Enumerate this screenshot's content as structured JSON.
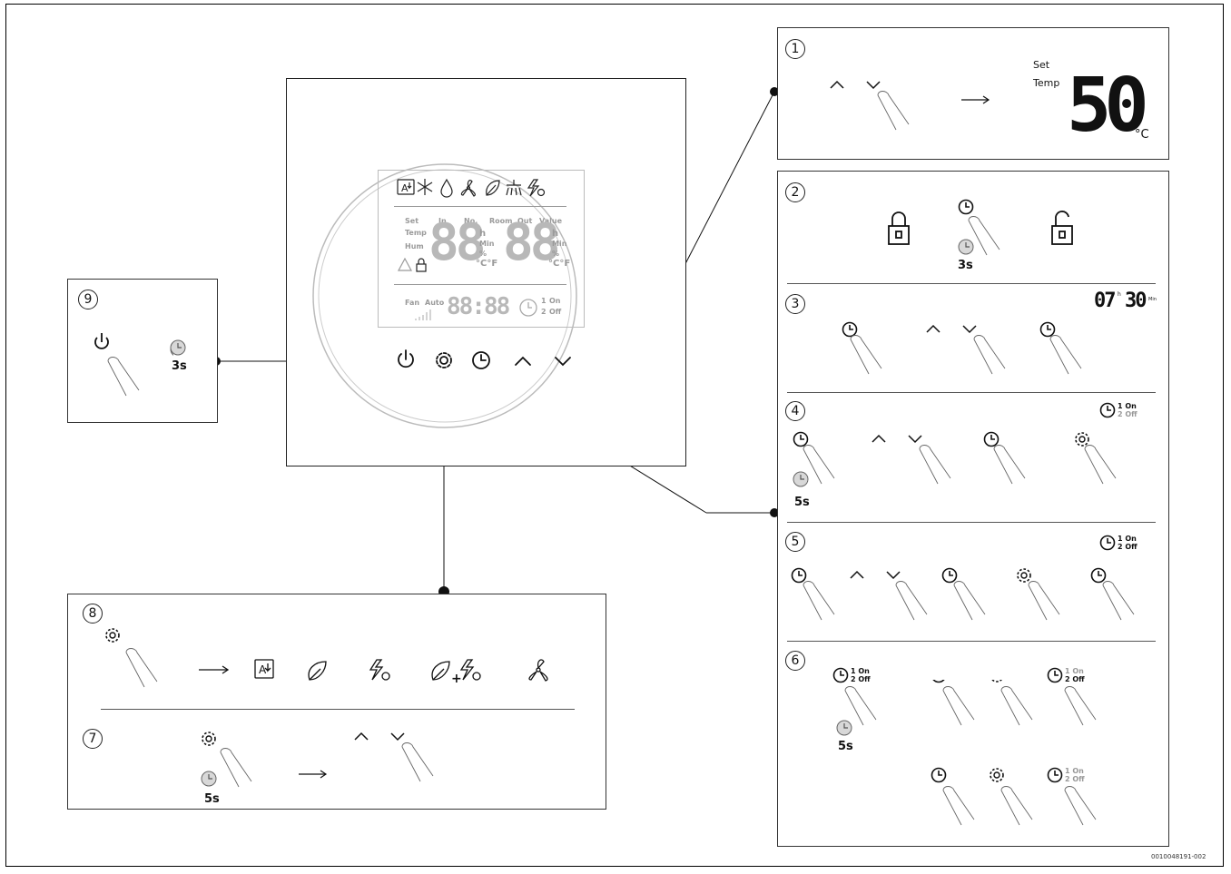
{
  "panel": {
    "lcd": {
      "labels_top": [
        "Set",
        "In",
        "No.",
        "Room",
        "Out",
        "Value"
      ],
      "left_side": [
        "Temp",
        "Hum"
      ],
      "units_a": [
        "h",
        "Min",
        "%",
        "°C°F"
      ],
      "units_b": [
        "h",
        "Min",
        "%",
        "°C°F"
      ],
      "digits_a": "88",
      "digits_b": "88",
      "fan_label": "Fan",
      "auto_label": "Auto",
      "clock_digits": "88:88",
      "timer_1": "1",
      "timer_on": "On",
      "timer_2": "2",
      "timer_off": "Off"
    }
  },
  "steps": {
    "s1": {
      "num": "1",
      "set": "Set",
      "temp": "Temp",
      "value": "50",
      "unit": "°C"
    },
    "s2": {
      "num": "2",
      "hold": "3s"
    },
    "s3": {
      "num": "3",
      "hours": "07",
      "h_mark": "h",
      "minutes": "30",
      "min_mark": "Min"
    },
    "s4": {
      "num": "4",
      "hold": "5s",
      "t1": "1",
      "on": "On",
      "t2": "2",
      "off": "Off"
    },
    "s5": {
      "num": "5",
      "t1": "1",
      "on": "On",
      "t2": "2",
      "off": "Off"
    },
    "s6": {
      "num": "6",
      "hold": "5s",
      "t1": "1",
      "on": "On",
      "t2": "2",
      "off": "Off"
    },
    "s7": {
      "num": "7",
      "hold": "5s"
    },
    "s8": {
      "num": "8"
    },
    "s9": {
      "num": "9",
      "hold": "3s"
    }
  },
  "doc_id": "0010048191-002",
  "icons": [
    "auto-mode-icon",
    "snowflake-icon",
    "drop-icon",
    "fan-icon",
    "eco-leaf-icon",
    "shower-icon",
    "boost-icon",
    "lock-icon",
    "unlock-icon",
    "power-icon",
    "gear-icon",
    "clock-icon",
    "up-arrow-icon",
    "down-arrow-icon",
    "finger-icon"
  ]
}
